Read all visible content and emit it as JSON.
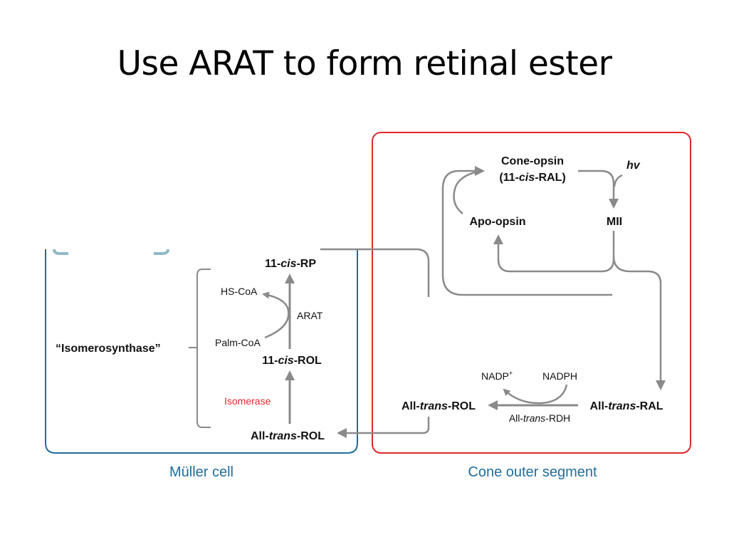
{
  "slide": {
    "title": "Use ARAT to form retinal ester"
  },
  "colors": {
    "muller": "#1f6e9c",
    "cone": "#e0282a",
    "arrow": "#8a8a8a",
    "isomerase": "#e0282a"
  },
  "muller": {
    "caption": "Müller cell",
    "group_label": "“Isomerosynthase”",
    "rp": {
      "pre": "11-",
      "em": "cis",
      "post": "-RP"
    },
    "hs_coa": "HS-CoA",
    "arat": "ARAT",
    "palm_coa": "Palm-CoA",
    "cis_rol": {
      "pre": "11-",
      "em": "cis",
      "post": "-ROL"
    },
    "isomerase": "Isomerase",
    "trans_rol": {
      "pre": "All-",
      "em": "trans",
      "post": "-ROL"
    }
  },
  "cone": {
    "caption": "Cone outer segment",
    "opsin_line1": "Cone-opsin",
    "opsin_line2": {
      "pre": "(11-",
      "em": "cis",
      "post": "-RAL)"
    },
    "hv": "hv",
    "apo_opsin": "Apo-opsin",
    "mii": "MII",
    "nadp": "NADP",
    "nadp_sup": "+",
    "nadph": "NADPH",
    "trans_rol": {
      "pre": "All-",
      "em": "trans",
      "post": "-ROL"
    },
    "trans_ral": {
      "pre": "All-",
      "em": "trans",
      "post": "-RAL"
    },
    "rdh": {
      "pre": "All-",
      "em": "trans",
      "post": "-RDH"
    }
  }
}
